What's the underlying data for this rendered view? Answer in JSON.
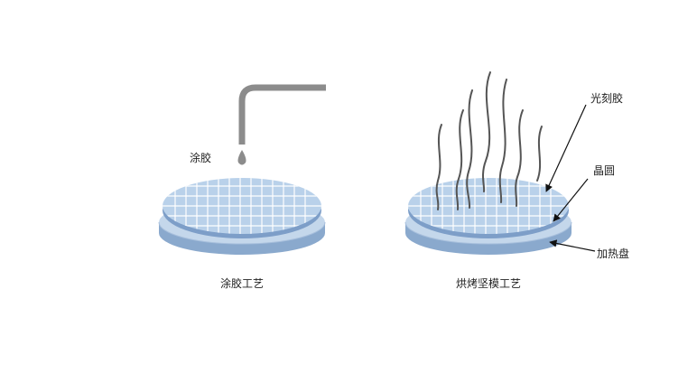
{
  "left_panel": {
    "process_label": "涂胶",
    "caption": "涂胶工艺"
  },
  "right_panel": {
    "caption": "烘烤坚模工艺",
    "labels": {
      "photoresist": "光刻胶",
      "wafer": "晶圆",
      "hotplate": "加热盘"
    }
  },
  "colors": {
    "plate_top": "#c4d7eb",
    "plate_side": "#8aa9cd",
    "wafer": "#b9d1ea",
    "wafer_rim": "#7d9ec8",
    "nozzle": "#8c8c8c",
    "vapor": "#555555",
    "arrow": "#111111"
  }
}
